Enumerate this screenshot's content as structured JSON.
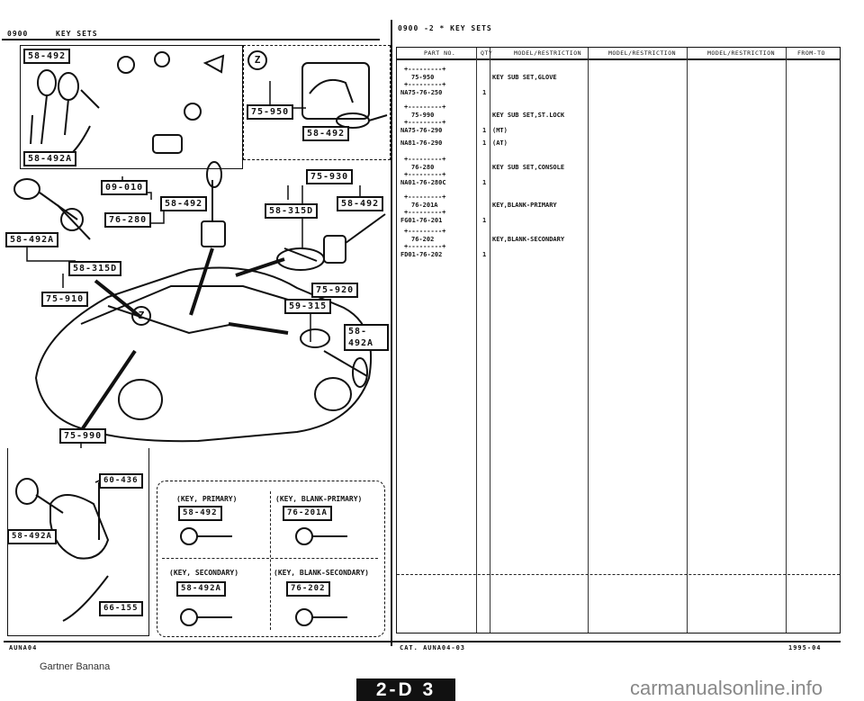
{
  "left_header": {
    "code": "0900",
    "title": "KEY SETS"
  },
  "right_header": "0900 -2 * KEY SETS",
  "callouts": {
    "c1": "58-492",
    "c2": "58-492A",
    "c3": "75-950",
    "c4": "58-492",
    "c5": "09-010",
    "c6": "58-492",
    "c7": "76-280",
    "c8": "75-930",
    "c9": "58-315D",
    "c10": "58-492",
    "c11": "58-492A",
    "c12": "58-315D",
    "c13": "75-910",
    "c14": "75-920",
    "c15": "59-315",
    "c16": "58-492A",
    "c17": "75-990",
    "c18": "60-436",
    "c19": "58-492A",
    "c20": "66-155"
  },
  "zoom_marker": "Z",
  "key_legend": {
    "primary_label": "(KEY, PRIMARY)",
    "primary_code": "58-492",
    "blank_primary_label": "(KEY, BLANK-PRIMARY)",
    "blank_primary_code": "76-201A",
    "secondary_label": "(KEY, SECONDARY)",
    "secondary_code": "58-492A",
    "blank_secondary_label": "(KEY, BLANK-SECONDARY)",
    "blank_secondary_code": "76-202"
  },
  "table": {
    "headers": [
      "PART NO.",
      "QTY",
      "MODEL/RESTRICTION",
      "MODEL/RESTRICTION",
      "MODEL/RESTRICTION",
      "FROM-TO"
    ],
    "rows": [
      {
        "ref": "75-950",
        "part": "NA75-76-250",
        "qty": "1",
        "desc": "KEY SUB SET,GLOVE"
      },
      {
        "ref": "75-990",
        "part": "NA75-76-290",
        "qty": "1",
        "desc": "KEY SUB SET,ST.LOCK"
      },
      {
        "ref": "",
        "part": "",
        "qty": "",
        "desc": "(MT)"
      },
      {
        "ref": "",
        "part": "NA81-76-290",
        "qty": "1",
        "desc": "(AT)"
      },
      {
        "ref": "76-280",
        "part": "NA01-76-280C",
        "qty": "1",
        "desc": "KEY SUB SET,CONSOLE"
      },
      {
        "ref": "76-201A",
        "part": "FG01-76-201",
        "qty": "1",
        "desc": "KEY,BLANK-PRIMARY"
      },
      {
        "ref": "76-202",
        "part": "FD01-76-202",
        "qty": "1",
        "desc": "KEY,BLANK-SECONDARY"
      }
    ]
  },
  "footer": {
    "left_code": "AUNA04",
    "cat": "CAT. AUNA04-03",
    "date": "1995-04",
    "credit": "Gartner Banana",
    "page": "2-D 3",
    "site": "carmanualsonline.info"
  }
}
